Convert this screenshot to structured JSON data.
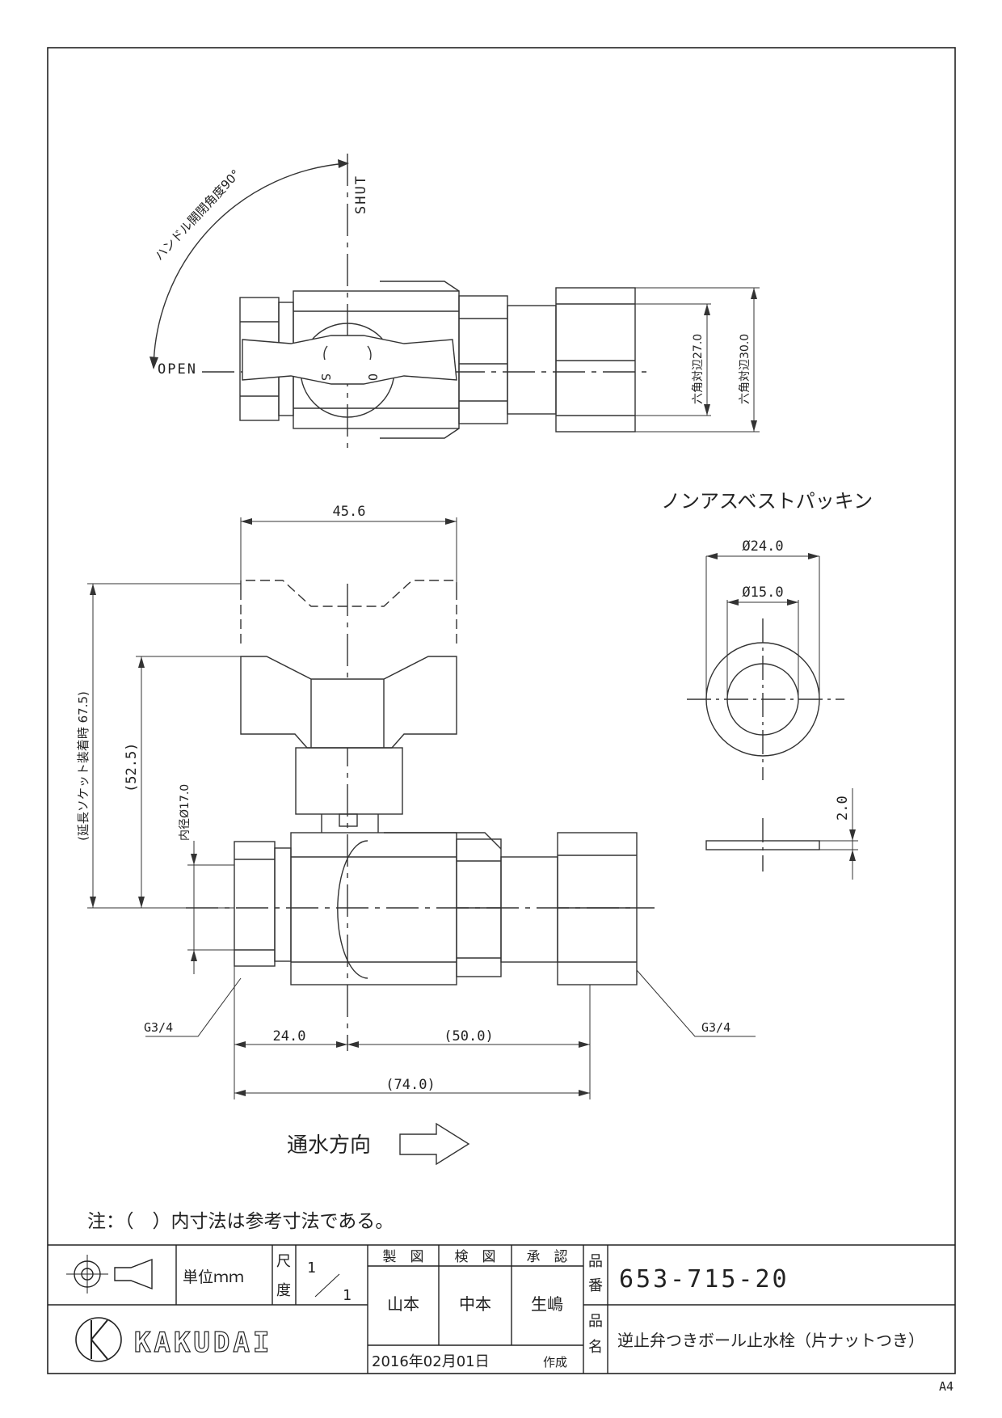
{
  "top_view": {
    "shut_label": "SHUT",
    "open_label": "OPEN",
    "angle_label": "ハンドル開閉角度90°",
    "s_mark": "S",
    "o_mark": "O",
    "hex_27_label": "六角対辺27.0",
    "hex_30_label": "六角対辺30.0"
  },
  "front_view": {
    "dim_width_top": "45.6",
    "dim_extended_label": "(延長ソケット装着時  67.5)",
    "dim_height": "(52.5)",
    "dim_inner_label": "内径Ø17.0",
    "dim_left": "24.0",
    "dim_right": "(50.0)",
    "dim_total": "(74.0)",
    "thread_left": "G3/4",
    "thread_right": "G3/4",
    "flow_label": "通水方向"
  },
  "gasket": {
    "title": "ノンアスベストパッキン",
    "outer_dia": "Ø24.0",
    "inner_dia": "Ø15.0",
    "thickness": "2.0"
  },
  "note": "注：（　）内寸法は参考寸法である。",
  "title_block": {
    "unit_label": "単位ｍｍ",
    "scale_label": "尺\n度",
    "scale_value": "1/1",
    "col_drawn": "製　図",
    "col_checked": "検　図",
    "col_approved": "承　認",
    "drawn_by": "山本",
    "checked_by": "中本",
    "approved_by": "生嶋",
    "part_no_label": "品番",
    "part_no": "653-715-20",
    "part_name_label": "品名",
    "part_name": "逆止弁つきボール止水栓（片ナットつき）",
    "date": "2016年02月01日",
    "created": "作成",
    "brand": "KAKUDAI",
    "paper_size": "A4"
  }
}
